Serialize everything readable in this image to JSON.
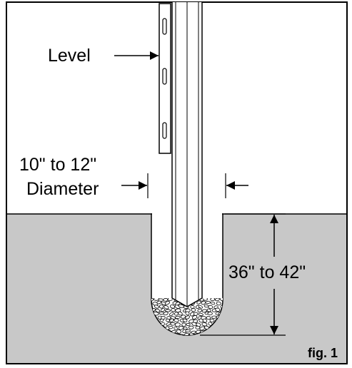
{
  "labels": {
    "level": "Level",
    "diameter_line1": "10\" to 12\"",
    "diameter_line2": "Diameter",
    "depth": "36\" to 42\"",
    "figure": "fig. 1"
  },
  "colors": {
    "ground": "#c8c8c8",
    "sky": "#ffffff",
    "line": "#000000",
    "hole": "#ffffff"
  }
}
